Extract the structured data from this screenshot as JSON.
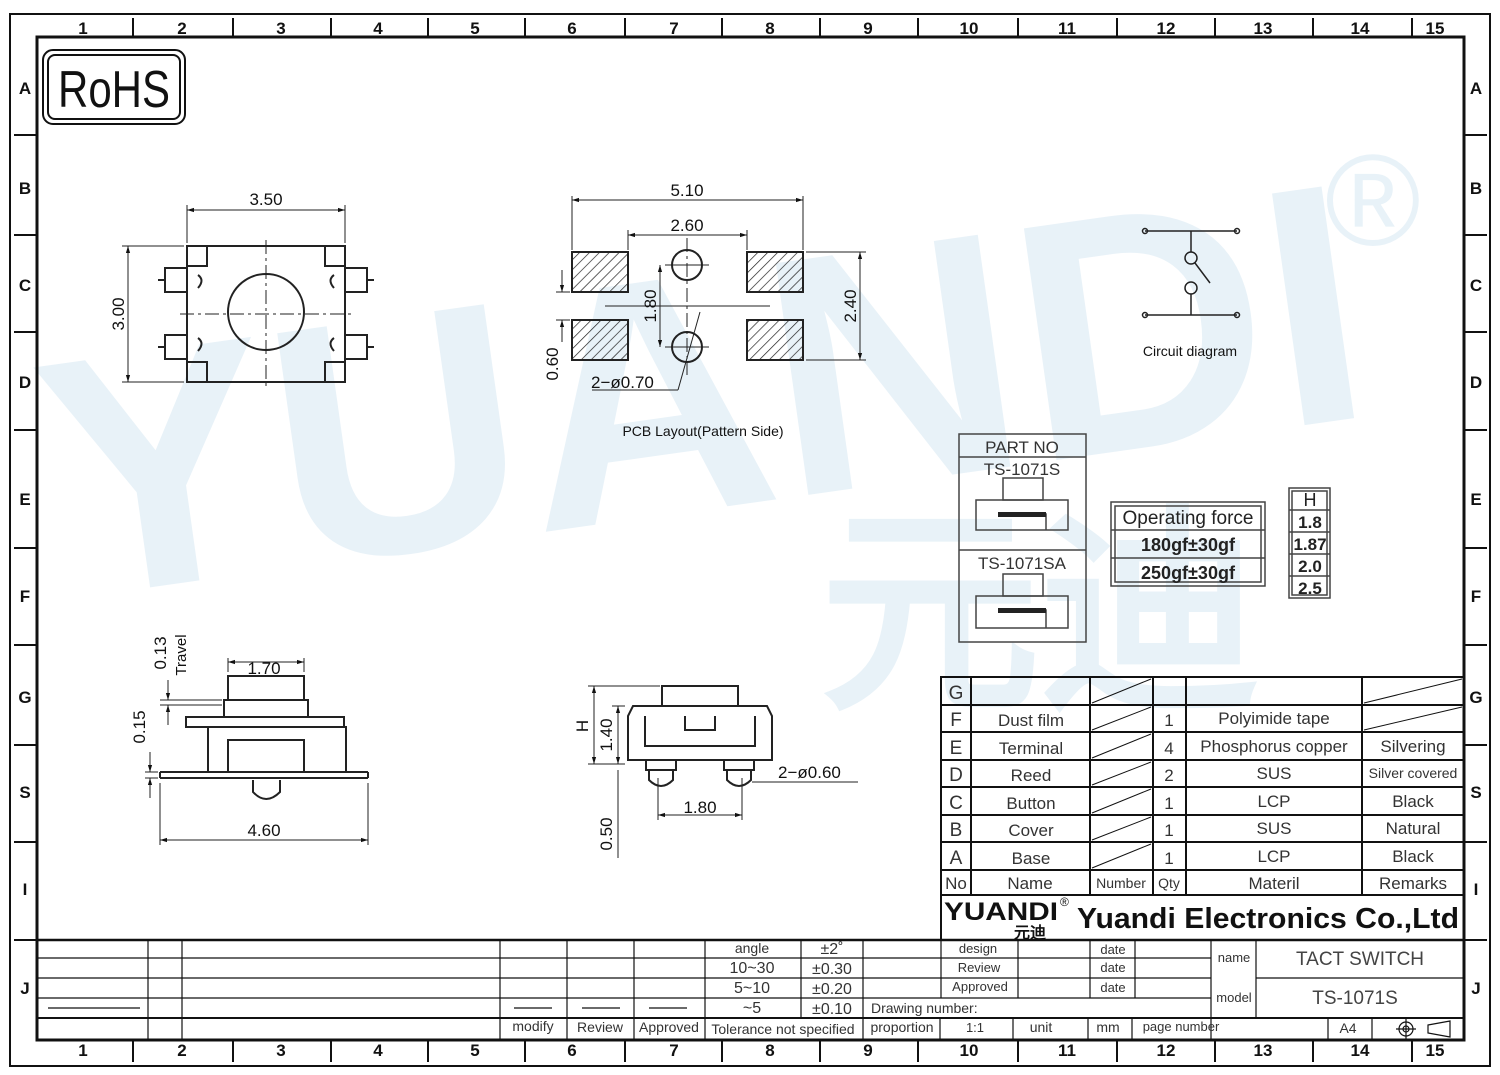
{
  "rohs": "RoHS",
  "watermark": {
    "text": "YUANDI",
    "registered": "®",
    "chinese": "元迪"
  },
  "columns": [
    "1",
    "2",
    "3",
    "4",
    "5",
    "6",
    "7",
    "8",
    "9",
    "10",
    "11",
    "12",
    "13",
    "14",
    "15"
  ],
  "rows_left": [
    "A",
    "B",
    "C",
    "D",
    "E",
    "F",
    "G",
    "S",
    "I",
    "J"
  ],
  "views": {
    "top": {
      "width": "3.50",
      "height": "3.00"
    },
    "pcb": {
      "overall": "5.10",
      "inner": "2.60",
      "v_gap": "1.80",
      "h_total": "2.40",
      "pad": "0.60",
      "holes": "2−ø0.70",
      "caption": "PCB Layout(Pattern Side)"
    },
    "side": {
      "travel_value": "0.13",
      "travel_label": "Travel",
      "top": "1.70",
      "gap": "0.15",
      "width": "4.60"
    },
    "front": {
      "h": "H",
      "body": "1.40",
      "pegs": "2−ø0.60",
      "pitch": "1.80",
      "leg": "0.50"
    },
    "circuit_caption": "Circuit diagram"
  },
  "part_no": {
    "header": "PART NO",
    "items": [
      "TS-1071S",
      "TS-1071SA"
    ]
  },
  "force": {
    "header": "Operating force",
    "values": [
      "180gf±30gf",
      "250gf±30gf"
    ]
  },
  "height": {
    "header": "H",
    "values": [
      "1.8",
      "1.87",
      "2.0",
      "2.5"
    ]
  },
  "bom": {
    "header": {
      "no": "No",
      "name": "Name",
      "number": "Number",
      "qty": "Qty",
      "material": "Materil",
      "remarks": "Remarks"
    },
    "rows": [
      {
        "no": "G",
        "name": "",
        "qty": "",
        "material": "",
        "remarks": ""
      },
      {
        "no": "F",
        "name": "Dust film",
        "qty": "1",
        "material": "Polyimide tape",
        "remarks": ""
      },
      {
        "no": "E",
        "name": "Terminal",
        "qty": "4",
        "material": "Phosphorus copper",
        "remarks": "Silvering"
      },
      {
        "no": "D",
        "name": "Reed",
        "qty": "2",
        "material": "SUS",
        "remarks": "Silver covered"
      },
      {
        "no": "C",
        "name": "Button",
        "qty": "1",
        "material": "LCP",
        "remarks": "Black"
      },
      {
        "no": "B",
        "name": "Cover",
        "qty": "1",
        "material": "SUS",
        "remarks": "Natural"
      },
      {
        "no": "A",
        "name": "Base",
        "qty": "1",
        "material": "LCP",
        "remarks": "Black"
      }
    ]
  },
  "company": {
    "logo": "YUANDI",
    "logo_cn": "元迪",
    "name": "Yuandi Electronics Co.,Ltd"
  },
  "tolerance": {
    "rows": [
      {
        "range": "angle",
        "tol": "±2˚"
      },
      {
        "range": "10~30",
        "tol": "±0.30"
      },
      {
        "range": "5~10",
        "tol": "±0.20"
      },
      {
        "range": "~5",
        "tol": "±0.10"
      }
    ],
    "label": "Tolerance not specified"
  },
  "revision": {
    "modify": "modify",
    "review": "Review",
    "approved": "Approved"
  },
  "signoff": {
    "design": "design",
    "review": "Review",
    "approved": "Approved",
    "date": "date",
    "drawing_number": "Drawing number:",
    "proportion": "proportion",
    "scale": "1:1",
    "unit": "unit",
    "unit_value": "mm",
    "page_number": "page number",
    "size": "A4"
  },
  "title": {
    "name_label": "name",
    "name_value": "TACT SWITCH",
    "model_label": "model",
    "model_value": "TS-1071S"
  }
}
